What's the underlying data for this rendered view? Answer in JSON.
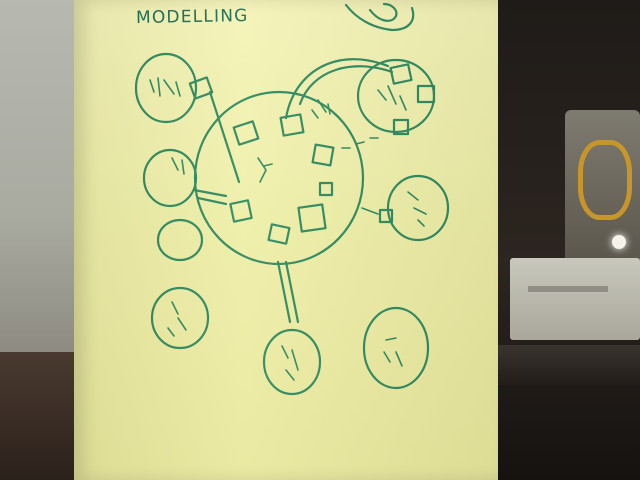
{
  "flipchart": {
    "title": "MODELLING"
  },
  "colors": {
    "paper": "#efefa8",
    "ink": "#2f8a5f",
    "wall": "#b7b9b1",
    "background": "#1f1b18"
  },
  "objects": [
    "flipchart-sheet",
    "wall",
    "equipment-box",
    "lamp-with-orange-cable"
  ]
}
